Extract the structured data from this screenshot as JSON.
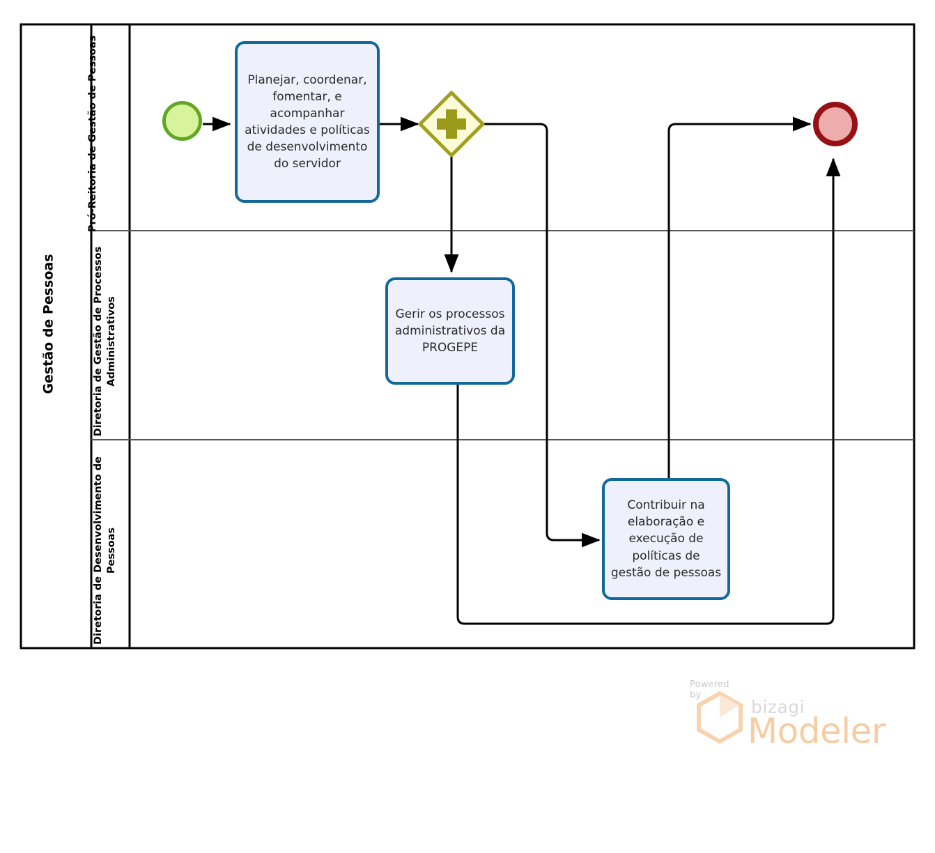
{
  "diagram": {
    "type": "bpmn-process",
    "pool": {
      "name": "Gestão de Pessoas",
      "lanes": [
        {
          "id": "lane-pro-reitoria",
          "name": "Pró-Reitoria de Gestão de Pessoas"
        },
        {
          "id": "lane-diretoria-processos",
          "name": "Diretoria de Gestão de Processos Administrativos"
        },
        {
          "id": "lane-diretoria-desenvolvimento",
          "name": "Diretoria de Desenvolvimento de Pessoas"
        }
      ]
    },
    "events": [
      {
        "id": "start-event",
        "kind": "start",
        "lane": "lane-pro-reitoria",
        "label": ""
      },
      {
        "id": "end-event",
        "kind": "end",
        "lane": "lane-pro-reitoria",
        "label": ""
      }
    ],
    "gateways": [
      {
        "id": "parallel-gateway",
        "kind": "parallel",
        "lane": "lane-pro-reitoria",
        "symbol": "+",
        "label": ""
      }
    ],
    "tasks": [
      {
        "id": "task-planejar",
        "lane": "lane-pro-reitoria",
        "label": "Planejar, coordenar, fomentar, e acompanhar atividades e políticas de desenvolvimento do servidor"
      },
      {
        "id": "task-gerir",
        "lane": "lane-diretoria-processos",
        "label": "Gerir os processos administrativos da PROGEPE"
      },
      {
        "id": "task-contribuir",
        "lane": "lane-diretoria-desenvolvimento",
        "label": "Contribuir na elaboração e execução de políticas de gestão de pessoas"
      }
    ],
    "flows": [
      {
        "id": "flow-start-planejar",
        "from": "start-event",
        "to": "task-planejar",
        "label": ""
      },
      {
        "id": "flow-planejar-gateway",
        "from": "task-planejar",
        "to": "parallel-gateway",
        "label": ""
      },
      {
        "id": "flow-gateway-gerir",
        "from": "parallel-gateway",
        "to": "task-gerir",
        "label": ""
      },
      {
        "id": "flow-gateway-contribuir",
        "from": "parallel-gateway",
        "to": "task-contribuir",
        "label": ""
      },
      {
        "id": "flow-contribuir-end",
        "from": "task-contribuir",
        "to": "end-event",
        "label": ""
      },
      {
        "id": "flow-gerir-end",
        "from": "task-gerir",
        "to": "end-event",
        "label": ""
      }
    ]
  },
  "colors": {
    "task_fill": "#eef0fb",
    "task_stroke": "#12689b",
    "start_fill": "#d7f49c",
    "start_stroke": "#62a623",
    "end_fill": "#edadad",
    "end_stroke": "#971013",
    "gateway_fill": "#fcfbd7",
    "gateway_stroke": "#a0a01e",
    "gateway_symbol": "#9a9a1b",
    "flow_stroke": "#000000",
    "lane_divider": "#555555",
    "pool_border": "#000000",
    "brand_orange": "#f6cda2"
  },
  "branding": {
    "powered_by": "Powered by",
    "bizagi": "bizagi",
    "modeler": "Modeler"
  }
}
